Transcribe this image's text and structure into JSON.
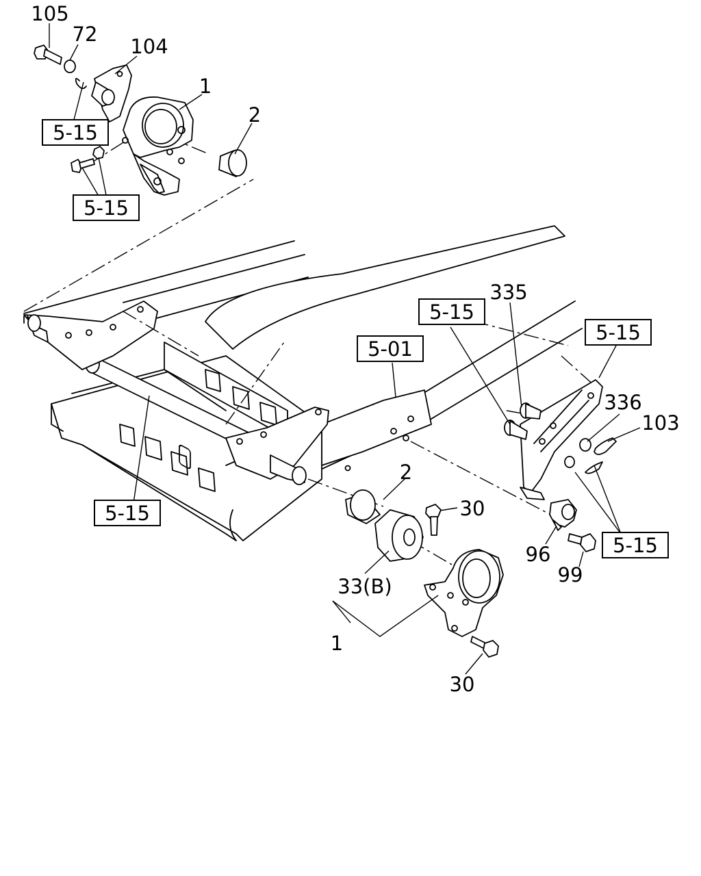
{
  "callouts": {
    "c105": "105",
    "c72": "72",
    "c104": "104",
    "c1_top": "1",
    "c2_top": "2",
    "c335": "335",
    "c336": "336",
    "c103": "103",
    "c2_mid": "2",
    "c30_upper": "30",
    "c96": "96",
    "c99": "99",
    "c33b": "33(B)",
    "c1_bottom": "1",
    "c30_lower": "30"
  },
  "references": {
    "r_top_left": "5-15",
    "r_top_left2": "5-15",
    "r_frame": "5-01",
    "r_mid_left": "5-15",
    "r_right_upper": "5-15",
    "r_right_top": "5-15",
    "r_right_lower": "5-15"
  }
}
